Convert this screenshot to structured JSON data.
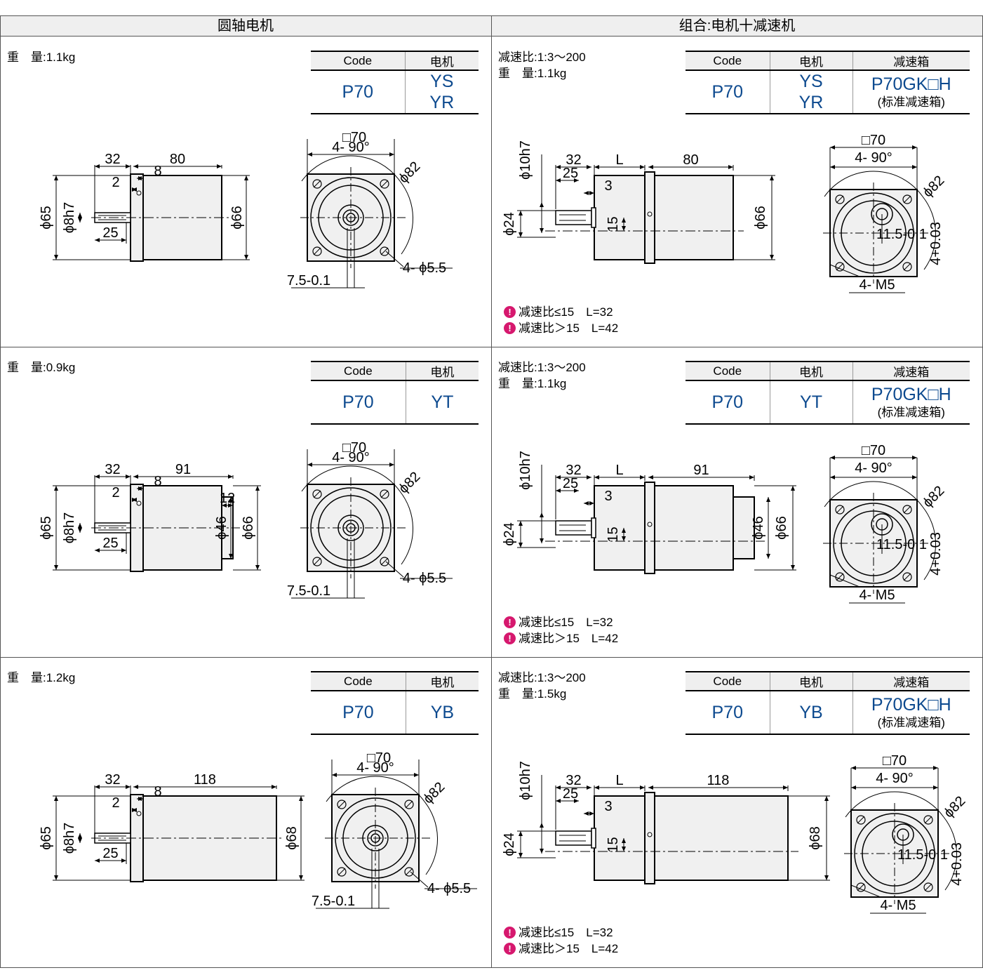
{
  "header": {
    "left": "圆轴电机",
    "right": "组合:电机十减速机"
  },
  "table_headers": {
    "code": "Code",
    "motor": "电机",
    "gearbox": "减速箱"
  },
  "rows": [
    {
      "left": {
        "weight": "重　量:1.1kg",
        "code": "P70",
        "motor": "YS\nYR",
        "dims": {
          "a": "32",
          "b": "80",
          "c": "8",
          "d": "2",
          "e": "25",
          "f": "ϕ65",
          "g": "ϕ8h7",
          "h": "ϕ66",
          "sq": "□70",
          "ang": "4- 90°",
          "dia": "ϕ82",
          "hole": "4- ϕ5.5",
          "key": "7.5-0.1"
        }
      },
      "right": {
        "ratio": "减速比:1:3～200",
        "weight": "重　量:1.1kg",
        "code": "P70",
        "motor": "YS\nYR",
        "gearbox": "P70GK□H",
        "gearbox_note": "(标准减速箱)",
        "dims": {
          "a": "32",
          "l": "L",
          "b": "80",
          "c": "25",
          "d": "3",
          "e": "ϕ10h7",
          "f": "ϕ24",
          "g": "15",
          "h": "ϕ66",
          "sq": "□70",
          "ang": "4- 90°",
          "dia": "ϕ82",
          "hole": "4- M5",
          "k1": "11.5-0.1",
          "k2": "4+0.03"
        },
        "notes": [
          "减速比≤15　L=32",
          "减速比＞15　L=42"
        ]
      }
    },
    {
      "left": {
        "weight": "重　量:0.9kg",
        "code": "P70",
        "motor": "YT",
        "dims": {
          "a": "32",
          "b": "91",
          "c": "8",
          "d": "2",
          "e": "25",
          "x": "12",
          "f": "ϕ65",
          "g": "ϕ8h7",
          "i": "ϕ46",
          "h": "ϕ66",
          "sq": "□70",
          "ang": "4- 90°",
          "dia": "ϕ82",
          "hole": "4- ϕ5.5",
          "key": "7.5-0.1"
        }
      },
      "right": {
        "ratio": "减速比:1:3～200",
        "weight": "重　量:1.1kg",
        "code": "P70",
        "motor": "YT",
        "gearbox": "P70GK□H",
        "gearbox_note": "(标准减速箱)",
        "dims": {
          "a": "32",
          "l": "L",
          "b": "91",
          "c": "25",
          "d": "3",
          "e": "ϕ10h7",
          "f": "ϕ24",
          "g": "15",
          "i": "ϕ46",
          "h": "ϕ66",
          "sq": "□70",
          "ang": "4- 90°",
          "dia": "ϕ82",
          "hole": "4- M5",
          "k1": "11.5-0.1",
          "k2": "4+0.03"
        },
        "notes": [
          "减速比≤15　L=32",
          "减速比＞15　L=42"
        ]
      }
    },
    {
      "left": {
        "weight": "重　量:1.2kg",
        "code": "P70",
        "motor": "YB",
        "dims": {
          "a": "32",
          "b": "118",
          "c": "8",
          "d": "2",
          "e": "25",
          "f": "ϕ65",
          "g": "ϕ8h7",
          "h": "ϕ68",
          "sq": "□70",
          "ang": "4- 90°",
          "dia": "ϕ82",
          "hole": "4- ϕ5.5",
          "key": "7.5-0.1"
        }
      },
      "right": {
        "ratio": "减速比:1:3～200",
        "weight": "重　量:1.5kg",
        "code": "P70",
        "motor": "YB",
        "gearbox": "P70GK□H",
        "gearbox_note": "(标准减速箱)",
        "dims": {
          "a": "32",
          "l": "L",
          "b": "118",
          "c": "25",
          "d": "3",
          "e": "ϕ10h7",
          "f": "ϕ24",
          "g": "15",
          "h": "ϕ68",
          "sq": "□70",
          "ang": "4- 90°",
          "dia": "ϕ82",
          "hole": "4- M5",
          "k1": "11.5-0.1",
          "k2": "4+0.03"
        },
        "notes": [
          "减速比≤15　L=32",
          "减速比＞15　L=42"
        ]
      }
    }
  ]
}
